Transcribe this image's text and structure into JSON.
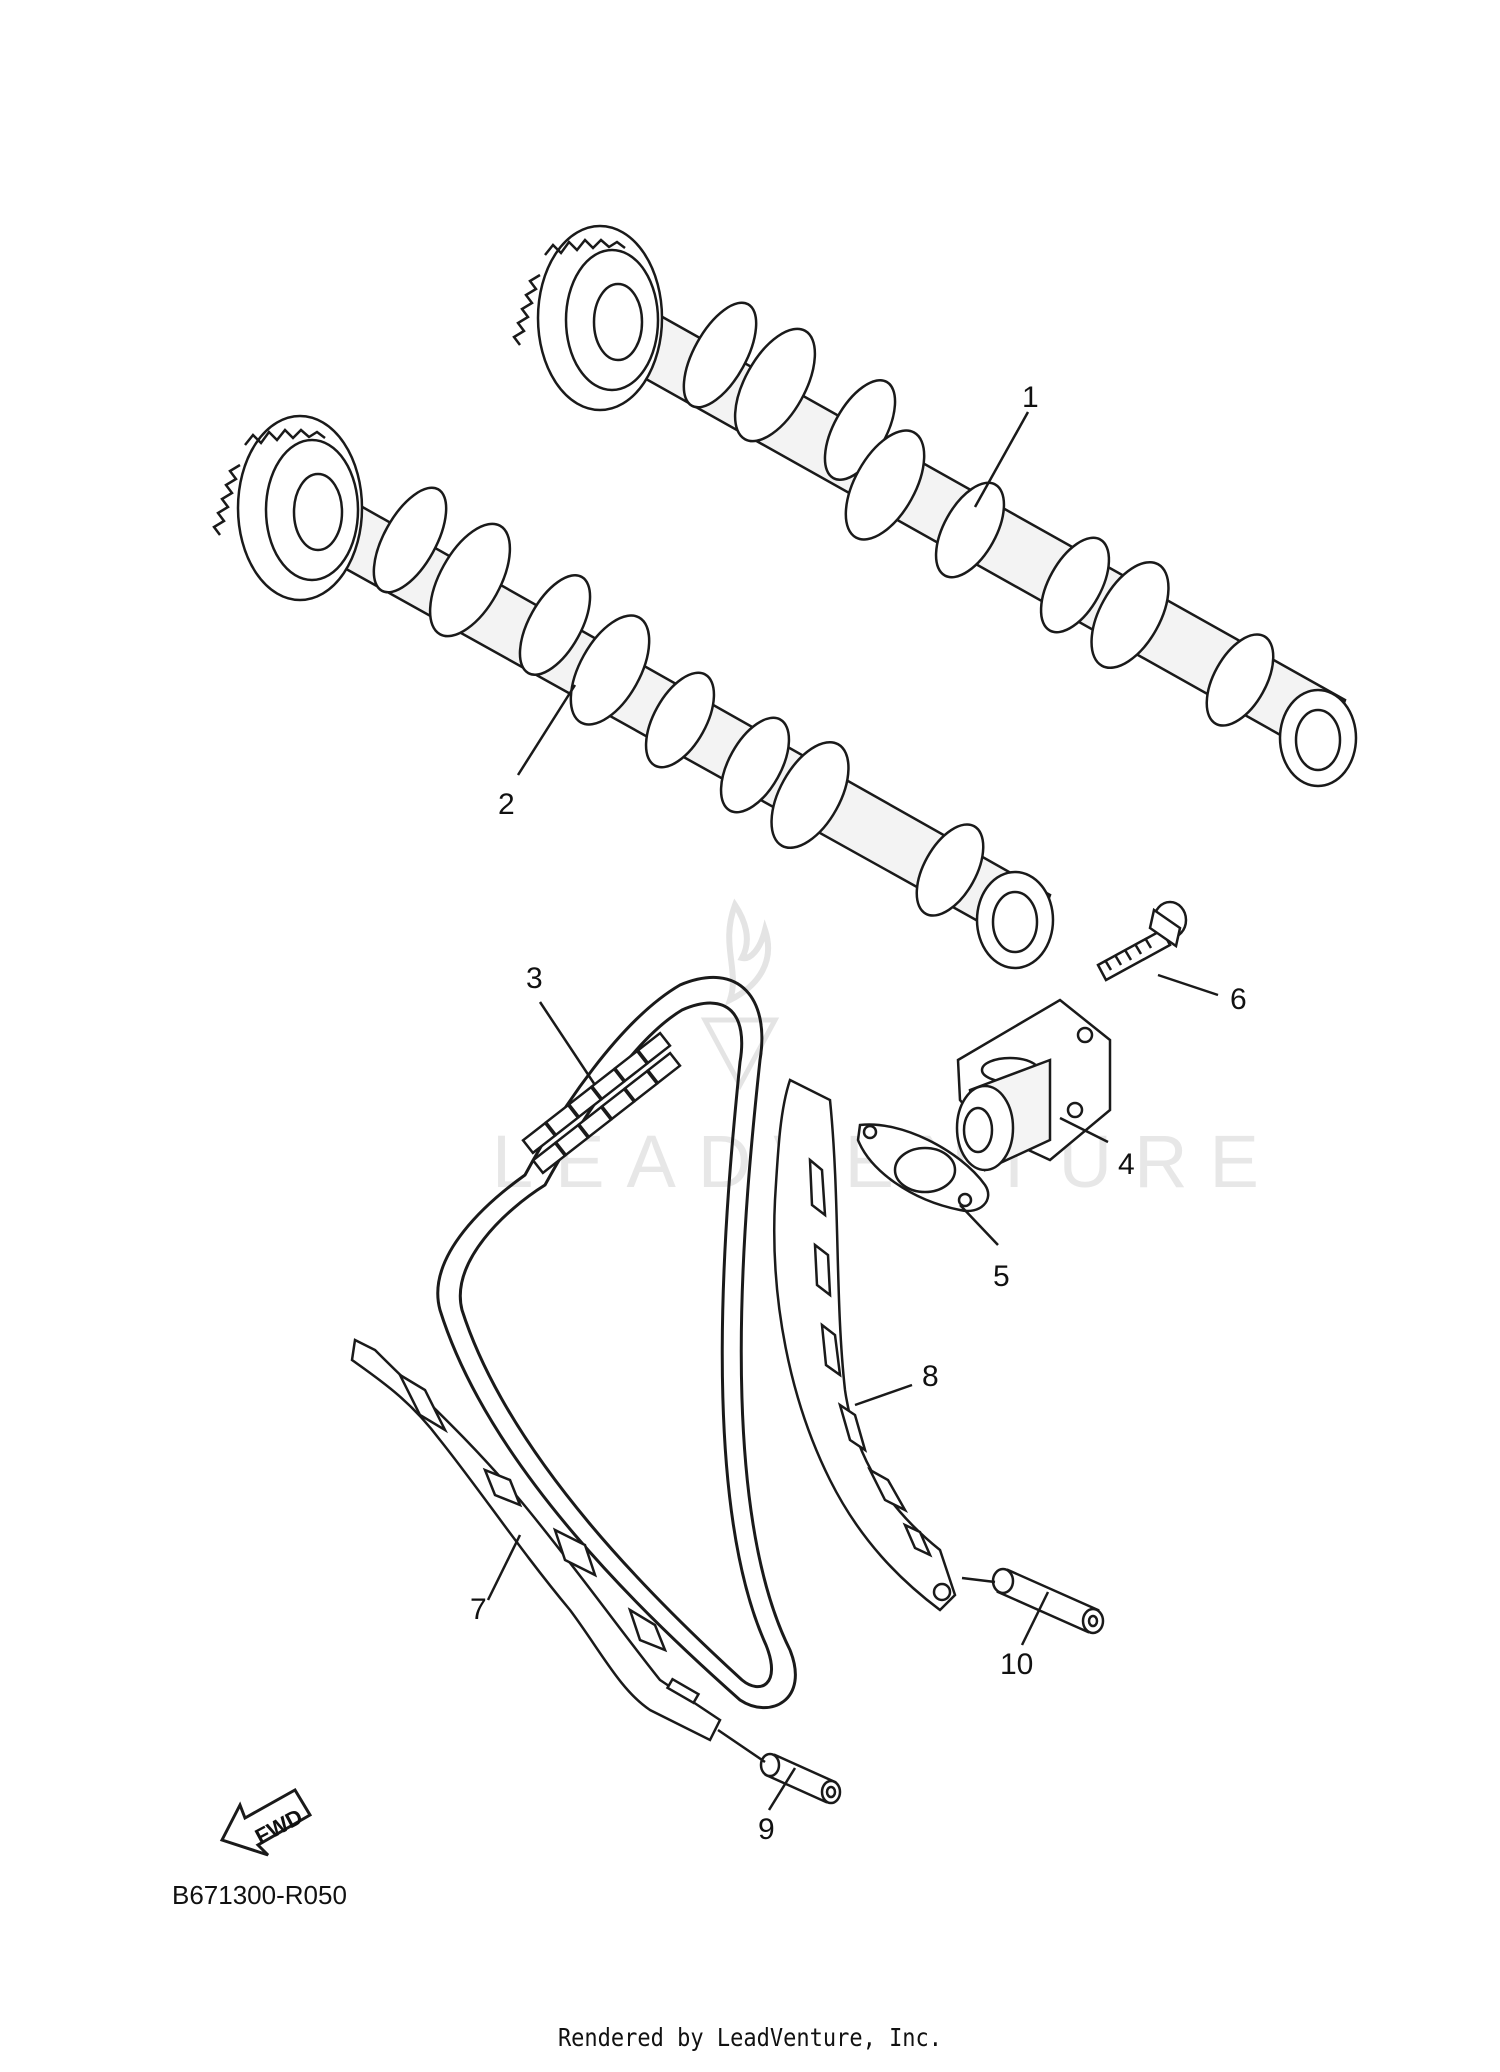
{
  "diagram": {
    "code": "B671300-R050",
    "fwd_label": "FWD",
    "watermark": "LEADVENTURE",
    "render_credit": "Rendered by LeadVenture, Inc.",
    "callouts": {
      "c1": "1",
      "c2": "2",
      "c3": "3",
      "c4": "4",
      "c5": "5",
      "c6": "6",
      "c7": "7",
      "c8": "8",
      "c9": "9",
      "c10": "10"
    }
  }
}
